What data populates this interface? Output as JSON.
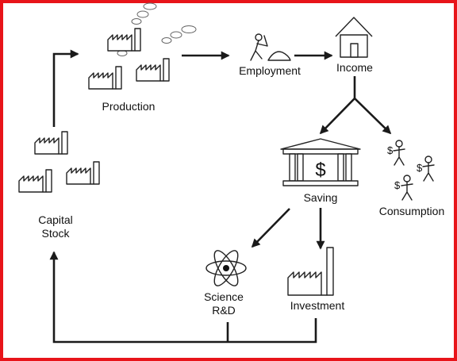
{
  "colors": {
    "frame": "#e8141a",
    "ink": "#1a1a1a",
    "background": "#ffffff"
  },
  "nodes": {
    "production": "Production",
    "employment": "Employment",
    "income": "Income",
    "saving": "Saving",
    "consumption": "Consumption",
    "science_line1": "Science",
    "science_line2": "R&D",
    "investment": "Investment",
    "capital_line1": "Capital",
    "capital_line2": "Stock"
  },
  "symbols": {
    "dollar": "$"
  },
  "icons": [
    "factory-icon",
    "smoke-icon",
    "worker-icon",
    "house-icon",
    "bank-icon",
    "person-icon",
    "atom-icon"
  ]
}
